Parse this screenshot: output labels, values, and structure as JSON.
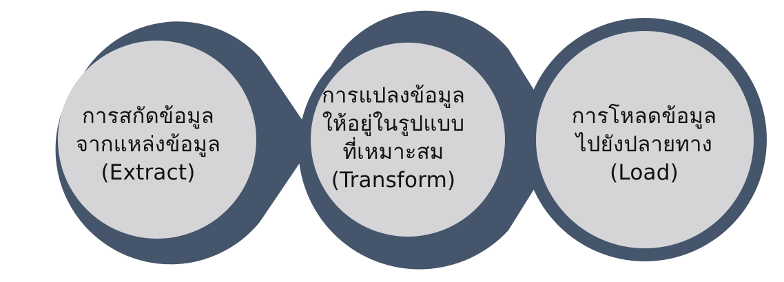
{
  "colors": {
    "ring": "#45556b",
    "fill": "#d5d5d8",
    "text": "#111111",
    "background": "#ffffff"
  },
  "steps": [
    {
      "lines": [
        "การสกัดข้อมูล",
        "จากแหล่งข้อมูล",
        "(Extract)"
      ]
    },
    {
      "lines": [
        "การแปลงข้อมูล",
        "ให้อยู่ในรูปแบบ",
        "ที่เหมาะสม",
        "(Transform)"
      ]
    },
    {
      "lines": [
        "การโหลดข้อมูล",
        "ไปยังปลายทาง",
        "(Load)"
      ]
    }
  ]
}
